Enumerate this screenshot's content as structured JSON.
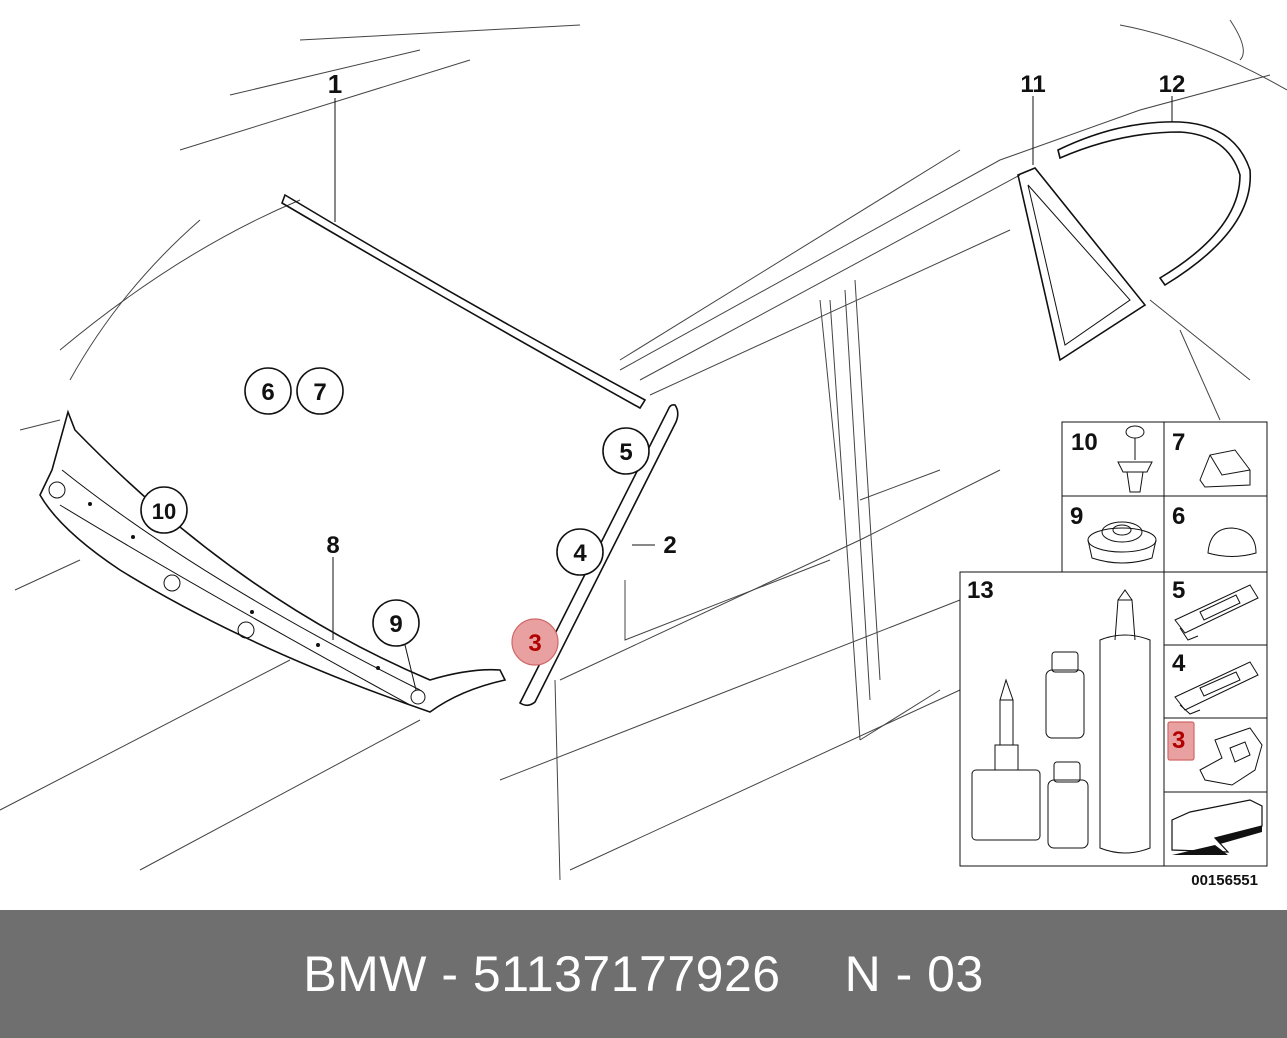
{
  "diagram": {
    "callouts": [
      "1",
      "2",
      "4",
      "5",
      "6",
      "7",
      "8",
      "9",
      "10",
      "11",
      "12"
    ],
    "highlighted_callout": "3",
    "inset": {
      "cells": [
        "10",
        "7",
        "9",
        "6",
        "13",
        "5",
        "4",
        "3"
      ],
      "highlighted_cell": "3"
    },
    "drawing_number": "00156551",
    "highlight_color": "#e8a0a0"
  },
  "footer": {
    "brand": "BMW",
    "separator": "-",
    "part_number": "51137177926",
    "position_code": "N - 03",
    "background": "#6f6f6f"
  }
}
